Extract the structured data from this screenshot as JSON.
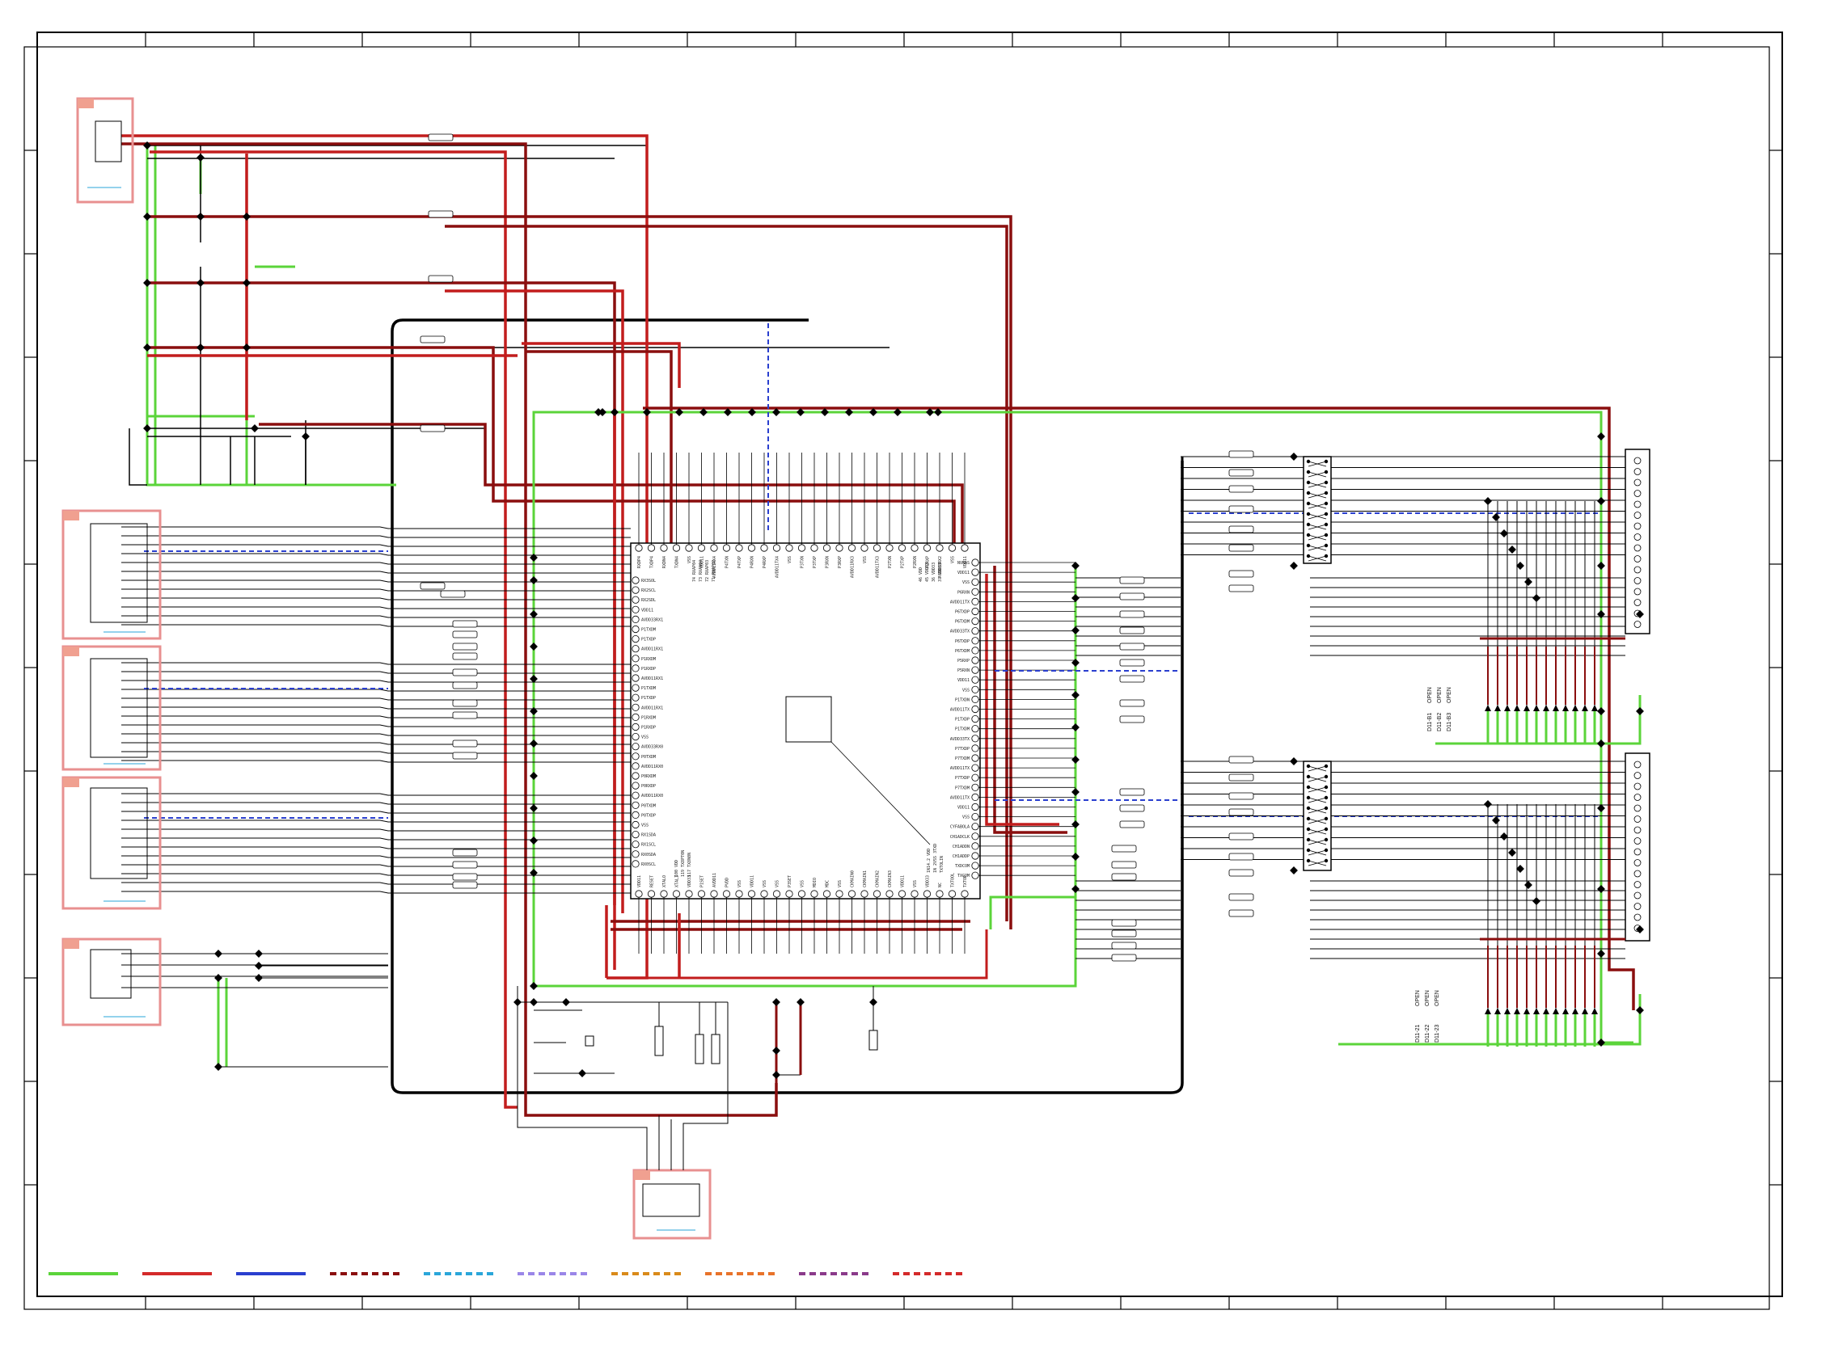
{
  "chip": {
    "top_pins": [
      "RXDP4",
      "TXDP4",
      "RXDN4",
      "TXDN4",
      "VSS",
      "VDD11",
      "AVDD11RX4",
      "P4TXN",
      "P4TXP",
      "P4RXN",
      "P4RXP",
      "AVDD11TX4",
      "VSS",
      "P3TXN",
      "P3TXP",
      "P3RXN",
      "P3RXP",
      "AVDD11RX3",
      "VSS",
      "AVDD11TX3",
      "P2TXN",
      "P2TXP",
      "P2RXN",
      "P2RXP",
      "AVDD33RX2",
      "VSS",
      "VDD11"
    ],
    "left_pins": [
      "RX3SOL",
      "RX2SCL",
      "RX2SDL",
      "VDD11",
      "AVDD33RX1",
      "P1TXDM",
      "P1TXDP",
      "AVDD11RX1",
      "P1RXDM",
      "P1RXDP",
      "AVDD11RX1",
      "P1TXDM",
      "P1TXDP",
      "AVDD11RX1",
      "P1RXDM",
      "P1RXDP",
      "VSS",
      "AVDD33RX0",
      "P0TXDM",
      "AVDD11RX0",
      "P0RXDM",
      "P0RXDP",
      "AVDD11RX0",
      "P0TXDM",
      "P0TXDP",
      "VSS",
      "RX1SDA",
      "RX1SCL",
      "RX0SDA",
      "RX0SCL"
    ],
    "right_pins": [
      "NVRAS",
      "VDD11",
      "VSS",
      "P6RXN",
      "AVDD11TX",
      "P6TXDP",
      "P6TXDM",
      "AVDD33TX",
      "P6TXDP",
      "P6TXDM",
      "P5RXP",
      "P5RXN",
      "VDD11",
      "VSS",
      "P1TXDN",
      "AVDD11TX",
      "P1TXDP",
      "P1TXDM",
      "AVDD33TX",
      "P7TXDP",
      "P7TXDM",
      "AVDD11TX",
      "P7TXDP",
      "P7TXDM",
      "AVDD11TX",
      "VDD11",
      "VSS",
      "CYFABOLA",
      "CH1ADCLK",
      "CH1ADDN",
      "CH1ADDP",
      "TXDCOM",
      "TXCOM"
    ],
    "bottom_pins": [
      "VDD11",
      "RESET",
      "XTALO",
      "XTALI",
      "VDD33",
      "P1SET",
      "AVDD11",
      "PVDD",
      "VSS",
      "VDD11",
      "VSS",
      "VSS",
      "P3SET",
      "VSS",
      "MDIO",
      "MDC",
      "VSS",
      "CKMAIN0",
      "CKMAIN1",
      "CKMAIN2",
      "CKMAIN3",
      "VDD11",
      "VSS",
      "VDD33",
      "NC",
      "TXTOOL",
      "TXTOP"
    ],
    "inner_top_notes": [
      "74 RXAP04",
      "73 RXAN04",
      "72 RXAP03",
      "71 RXAP02"
    ],
    "inner_right_notes": [
      "46 VDD",
      "45 VDD33",
      "36 VDD33",
      "37 VDD33"
    ],
    "inner_left_notes": [
      "100 VDD",
      "119 TX8PT0N",
      "117 TX8N0N"
    ],
    "inner_bottom_notes": [
      "1N14.2 VDD",
      "1N 2VSS 3TXD",
      "TXTOLIN"
    ]
  },
  "diodes": {
    "upper": [
      "D11-B1",
      "D11-B2",
      "D11-B3"
    ],
    "upper_open": [
      "OPEN",
      "OPEN",
      "OPEN"
    ],
    "lower": [
      "D11-21",
      "D11-22",
      "D11-23"
    ],
    "lower_open": [
      "OPEN",
      "OPEN",
      "OPEN"
    ]
  },
  "legend": {
    "colors": [
      "#5bd43a",
      "#d42a2a",
      "#2a3fcf",
      "#8a0e0e",
      "#2aa6d9",
      "#9a86e8",
      "#d98a1a",
      "#e8732a",
      "#8a3a8a",
      "#d42a2a"
    ],
    "styles": [
      "solid",
      "solid",
      "solid",
      "dashed",
      "dashed",
      "dashed",
      "dashed",
      "dashed",
      "dashed",
      "dashed"
    ]
  }
}
